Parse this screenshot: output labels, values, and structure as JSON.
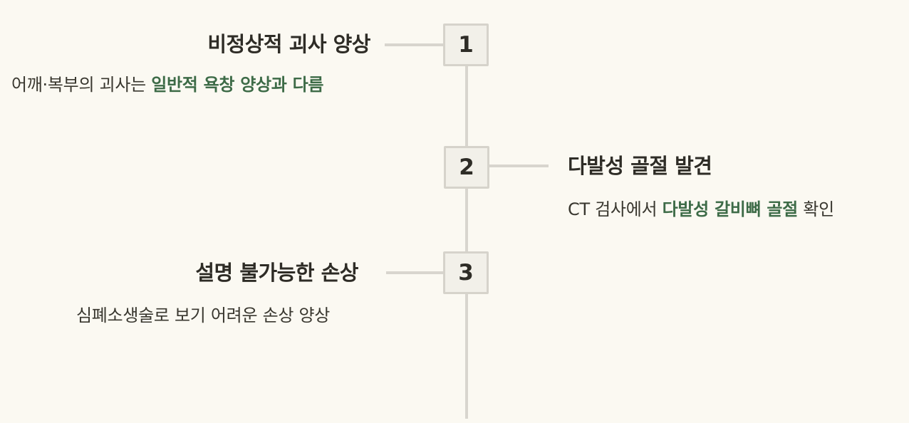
{
  "page": {
    "background_color": "#fbf9f2",
    "type": "vertical-timeline-infographic"
  },
  "palette": {
    "accent_green": "#3d6b47",
    "title_text": "#2e2c26",
    "body_text": "#39372f",
    "line_color": "#d8d5ce",
    "box_fill": "#f2f0e9",
    "box_border": "#d6d3cb"
  },
  "timeline": {
    "steps": [
      {
        "number": "1",
        "side": "left",
        "title": "비정상적 괴사 양상",
        "desc_prefix": "어깨·복부의 괴사는 ",
        "desc_highlight": "일반적 욕창 양상과 다름",
        "desc_suffix": ""
      },
      {
        "number": "2",
        "side": "right",
        "title": "다발성 골절 발견",
        "desc_prefix": "CT 검사에서 ",
        "desc_highlight": "다발성 갈비뼈 골절",
        "desc_suffix": " 확인"
      },
      {
        "number": "3",
        "side": "left",
        "title": "설명 불가능한 손상",
        "desc_prefix": "심폐소생술로 보기 어려운 손상 양상",
        "desc_highlight": "",
        "desc_suffix": ""
      }
    ]
  }
}
